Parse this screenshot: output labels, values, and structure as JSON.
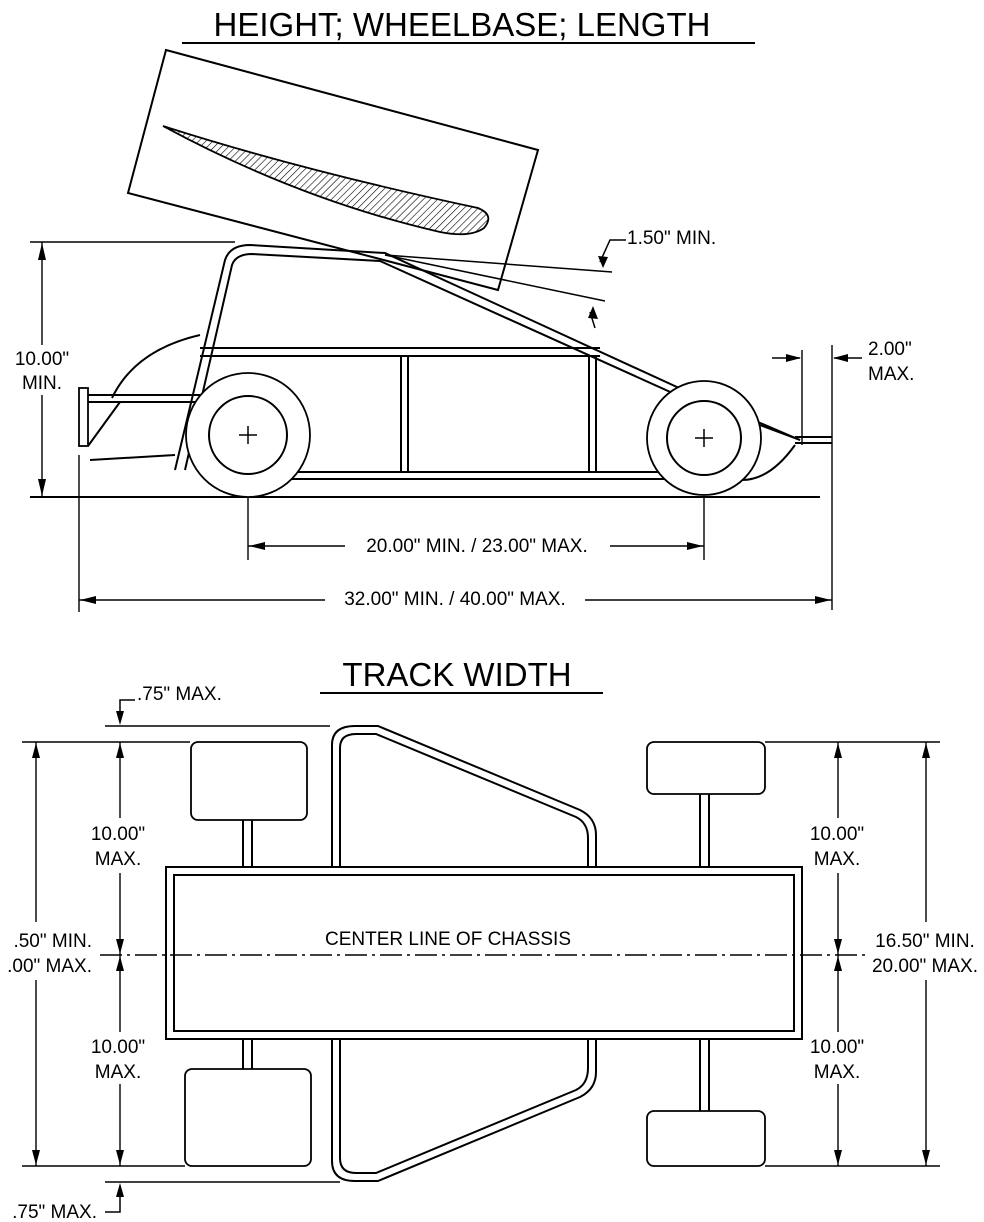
{
  "side_view": {
    "title": "HEIGHT;  WHEELBASE;  LENGTH",
    "height_value": "10.00\"",
    "height_qualifier": "MIN.",
    "wing_clearance": "1.50\" MIN.",
    "bumper_value": "2.00\"",
    "bumper_qualifier": "MAX.",
    "wheelbase": "20.00\" MIN. / 23.00\" MAX.",
    "length": "32.00\" MIN. / 40.00\" MAX."
  },
  "top_view": {
    "title": "TRACK WIDTH",
    "top_offset": ".75\" MAX.",
    "bottom_offset": ".75\" MAX.",
    "centerline": "CENTER LINE OF  CHASSIS",
    "left_upper_value": "10.00\"",
    "left_upper_qualifier": "MAX.",
    "left_lower_value": "10.00\"",
    "left_lower_qualifier": "MAX.",
    "right_upper_value": "10.00\"",
    "right_upper_qualifier": "MAX.",
    "right_lower_value": "10.00\"",
    "right_lower_qualifier": "MAX.",
    "left_overall_min": ".50\" MIN.",
    "left_overall_max": ".00\" MAX.",
    "right_overall_min": "16.50\" MIN.",
    "right_overall_max": "20.00\" MAX."
  }
}
